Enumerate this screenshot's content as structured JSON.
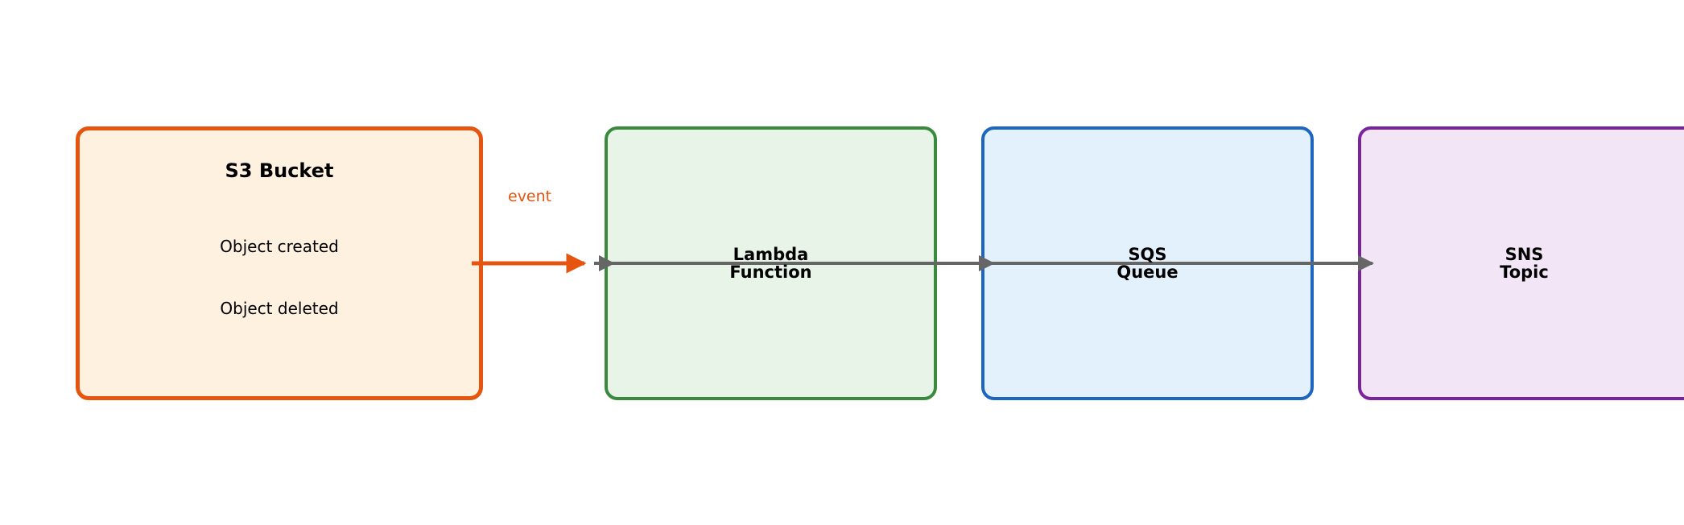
{
  "diagram": {
    "source": {
      "title": "S3 Bucket",
      "items": [
        "Object created",
        "Object deleted"
      ],
      "border_color": "#e5550f",
      "fill_color": "#fef1e0"
    },
    "event_label": "event",
    "event_arrow_color": "#e5550f",
    "chain_arrow_color": "#666666",
    "targets": [
      {
        "line1": "Lambda",
        "line2": "Function",
        "border_color": "#3a8a3e",
        "fill_color": "#e7f4e7"
      },
      {
        "line1": "SQS",
        "line2": "Queue",
        "border_color": "#1d66c0",
        "fill_color": "#e3f1fc"
      },
      {
        "line1": "SNS",
        "line2": "Topic",
        "border_color": "#7b239d",
        "fill_color": "#f2e5f5"
      }
    ]
  }
}
